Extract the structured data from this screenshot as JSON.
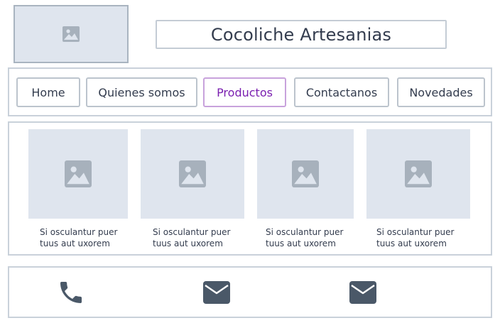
{
  "header": {
    "title": "Cocoliche Artesanias",
    "logo_icon": "image-placeholder-icon"
  },
  "nav": {
    "items": [
      {
        "label": "Home",
        "active": false
      },
      {
        "label": "Quienes somos",
        "active": false
      },
      {
        "label": "Productos",
        "active": true
      },
      {
        "label": "Contactanos",
        "active": false
      },
      {
        "label": "Novedades",
        "active": false
      }
    ],
    "active_color": "#7a1fb0"
  },
  "products": {
    "items": [
      {
        "caption_line1": "Si osculantur puer",
        "caption_line2": "tuus aut uxorem",
        "icon": "image-placeholder-icon"
      },
      {
        "caption_line1": "Si osculantur puer",
        "caption_line2": "tuus aut uxorem",
        "icon": "image-placeholder-icon"
      },
      {
        "caption_line1": "Si osculantur puer",
        "caption_line2": "tuus aut uxorem",
        "icon": "image-placeholder-icon"
      },
      {
        "caption_line1": "Si osculantur puer",
        "caption_line2": "tuus aut uxorem",
        "icon": "image-placeholder-icon"
      }
    ]
  },
  "footer": {
    "icons": [
      "phone-icon",
      "email-icon",
      "email-icon"
    ],
    "icon_color": "#4a5868"
  }
}
